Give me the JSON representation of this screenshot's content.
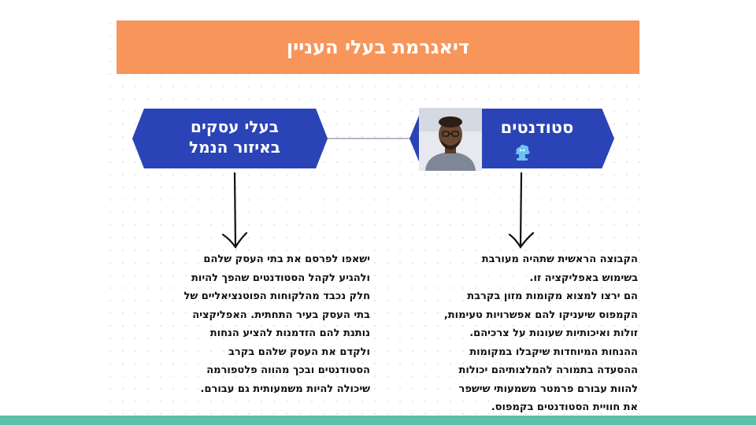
{
  "title": "דיאגרמת בעלי העניין",
  "colors": {
    "title_bg": "#f7955a",
    "hexagon": "#2a43b6",
    "bottom_bar": "#5bbfa9"
  },
  "stakeholders": [
    {
      "label": "סטודנטים",
      "icon": "person-photo",
      "badge_icon": "cloud-badge-icon",
      "lines": [
        "הקבוצה הראשית שתהיה מעורבת",
        "בשימוש באפליקציה זו.",
        "הם ירצו למצוא מקומות מזון בקרבת",
        "הקמפוס שיעניקו להם אפשרויות טעימות,",
        "זולות ואיכותיות שעונות על צרכיהם.",
        "ההנחות המיוחדות שיקבלו במקומות",
        "ההסעדה בתמורה להמלצותיהם יכולות",
        "להוות עבורם פרמטר משמעותי שישפר",
        "את חוויית הסטודנטים בקמפוס."
      ]
    },
    {
      "label_line1": "בעלי עסקים",
      "label_line2": "באיזור הנמל",
      "lines": [
        "ישאפו לפרסם את בתי העסק שלהם",
        "ולהגיע לקהל הסטודנטים שהפך להיות",
        "חלק נכבד מהלקוחות הפוטנציאליים של",
        "בתי העסק בעיר התחתית. האפליקציה",
        "נותנת להם הזדמנות להציע הנחות",
        "ולקדם את העסק שלהם בקרב",
        "הסטודנטים ובכך מהווה פלטפורמה",
        "שיכולה להיות משמעותית גם עבורם."
      ]
    }
  ]
}
